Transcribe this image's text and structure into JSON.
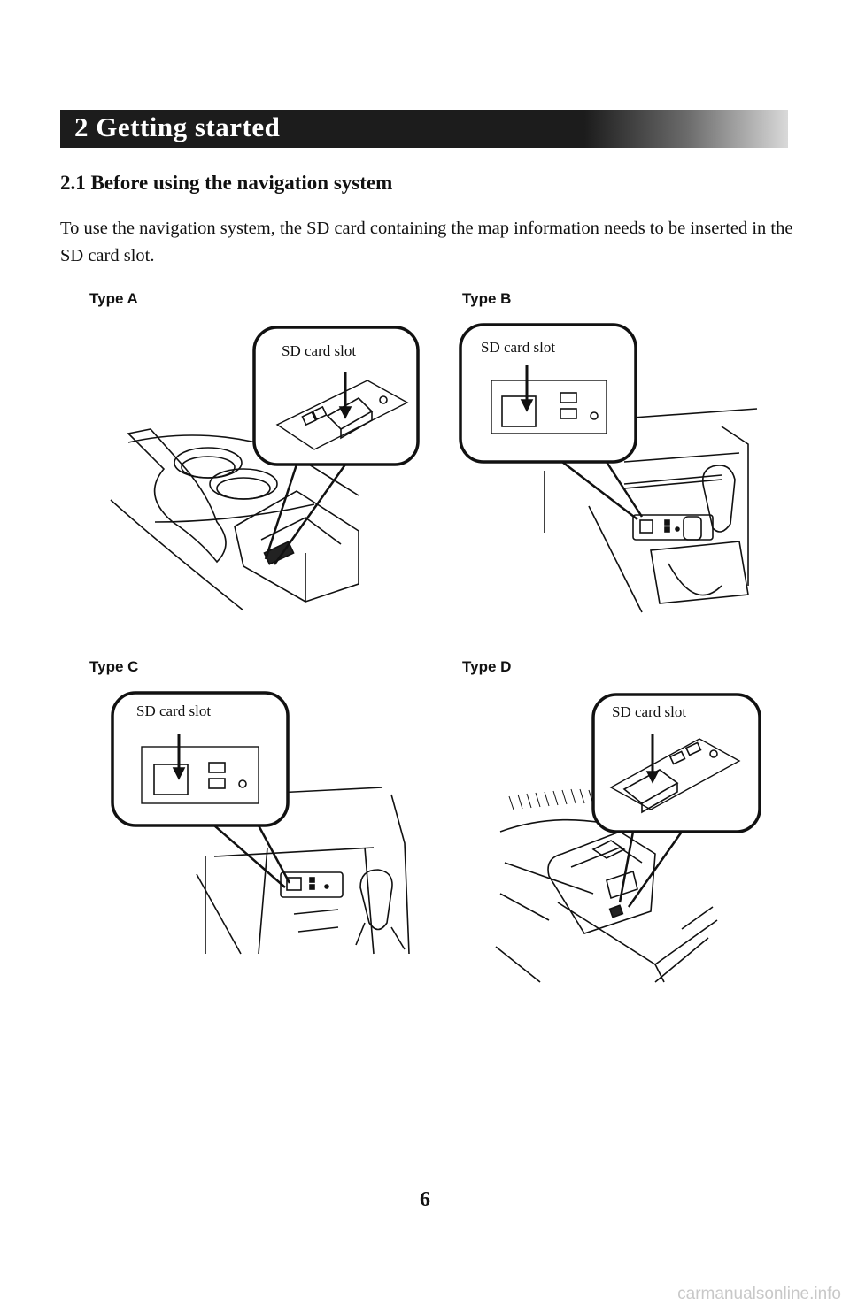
{
  "chapter": {
    "title": "2  Getting started"
  },
  "section": {
    "heading": "2.1  Before using the navigation system",
    "intro": "To use the navigation system, the SD card containing the map information needs to be inserted in the SD card slot."
  },
  "figures": [
    {
      "type_label": "Type A",
      "callout": "SD card slot"
    },
    {
      "type_label": "Type B",
      "callout": "SD card slot"
    },
    {
      "type_label": "Type C",
      "callout": "SD card slot"
    },
    {
      "type_label": "Type D",
      "callout": "SD card slot"
    }
  ],
  "page_number": "6",
  "watermark": "carmanualsonline.info"
}
